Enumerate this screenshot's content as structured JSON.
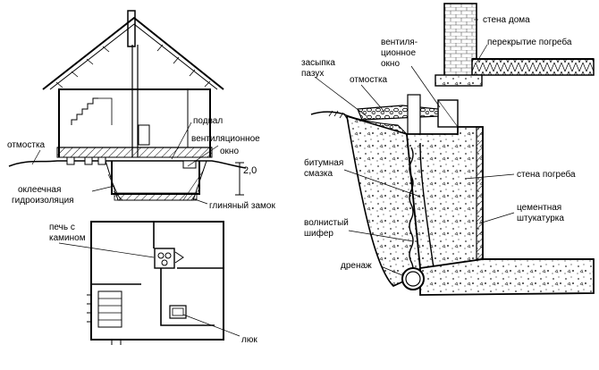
{
  "labels": {
    "otmostka_left": "отмостка",
    "podval": "подвал",
    "vent_okno_1": "вентиляционное",
    "vent_okno_2": "окно",
    "dimension": "2,0",
    "okleech_1": "оклеечная",
    "okleech_2": "гидроизоляция",
    "glin_zamok": "глиняный замок",
    "pech_1": "печь с",
    "pech_2": "камином",
    "lyuk": "люк",
    "stena_doma": "стена дома",
    "vent_r1": "вентиля-",
    "vent_r2": "ционное",
    "vent_r3": "окно",
    "perekrytie": "перекрытие погреба",
    "zasypka_1": "засыпка",
    "zasypka_2": "пазух",
    "otmostka_right": "отмостка",
    "bitum_1": "битумная",
    "bitum_2": "смазка",
    "stena_pogreba": "стена погреба",
    "cement_1": "цементная",
    "cement_2": "штукатурка",
    "volnist_1": "волнистый",
    "volnist_2": "шифер",
    "drenazh": "дренаж"
  }
}
